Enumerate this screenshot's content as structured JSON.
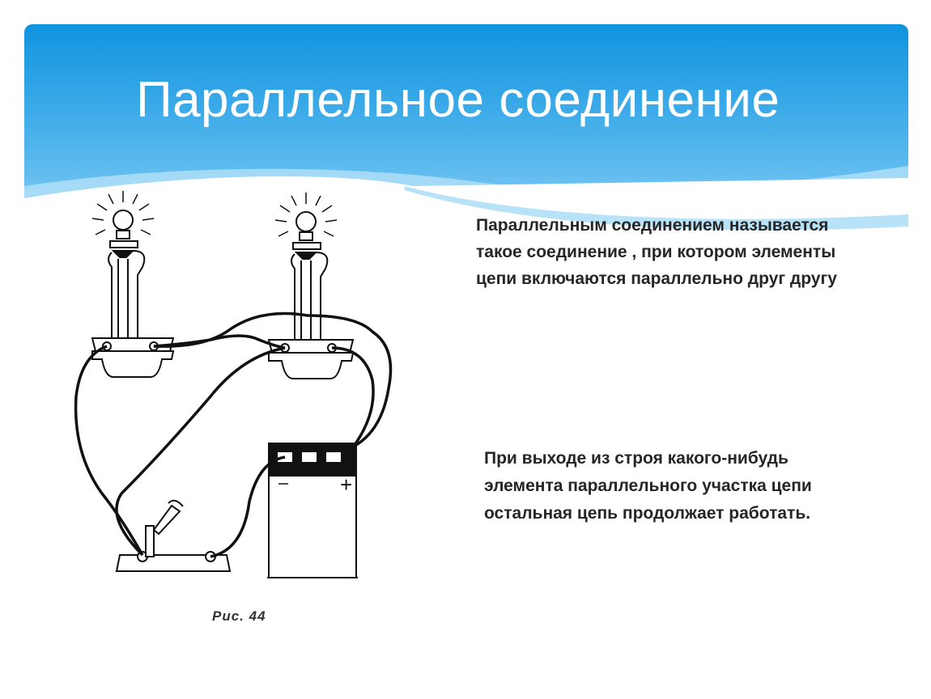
{
  "slide": {
    "title": "Параллельное соединение",
    "definition_text": "Параллельным соединением называется такое соединение , при котором элементы цепи включаются параллельно друг другу",
    "note_text": "При выходе из строя какого-нибудь элемента параллельного участка цепи остальная цепь продолжает работать.",
    "figure_caption": "Рис. 44",
    "battery_plus_label": "+",
    "colors": {
      "header_top": "#1296e0",
      "header_bottom": "#6cc4f2",
      "text": "#262626",
      "drawing": "#111111"
    }
  }
}
